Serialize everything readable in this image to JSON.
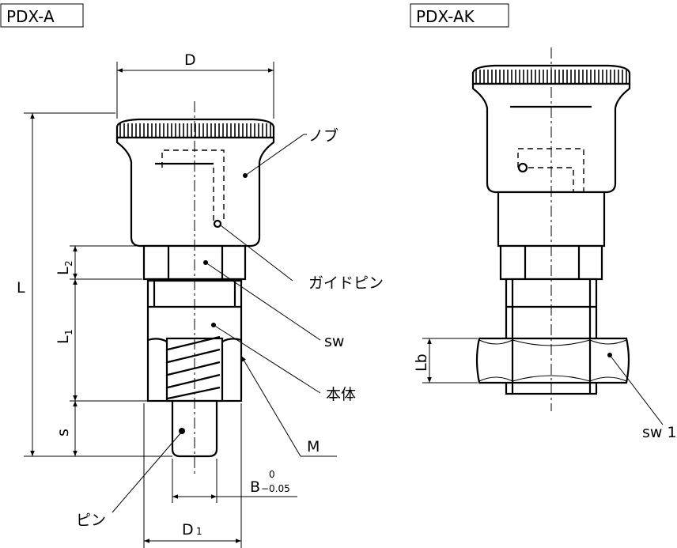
{
  "views": {
    "left_title": "PDX-A",
    "right_title": "PDX-AK"
  },
  "dimensions": {
    "D": "D",
    "L": "L",
    "L2_main": "L",
    "L2_sub": "2",
    "L1_main": "L",
    "L1_sub": "1",
    "s": "s",
    "M": "M",
    "B_main": "B",
    "B_upper": "0",
    "B_lower": "−0.05",
    "D1_main": "D",
    "D1_sub": "1",
    "Lb": "Lb"
  },
  "callouts": {
    "knob": "ノブ",
    "guide_pin": "ガイドピン",
    "sw": "sw",
    "body": "本体",
    "pin": "ピン",
    "sw1": "sw 1"
  }
}
